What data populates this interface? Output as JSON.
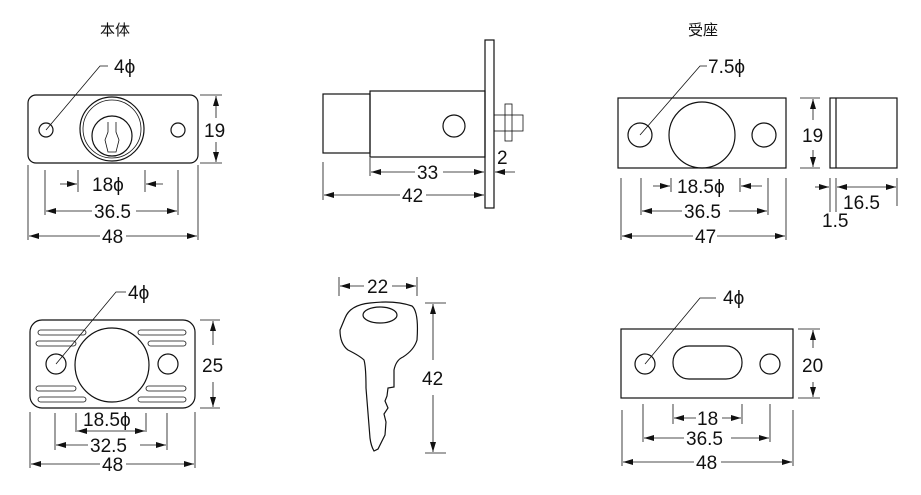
{
  "titles": {
    "body": "本体",
    "strike": "受座"
  },
  "body_front": {
    "hole": "4ϕ",
    "height": "19",
    "cylinder": "18ϕ",
    "pitch": "36.5",
    "width": "48"
  },
  "body_side": {
    "length": "33",
    "plate": "2",
    "total": "42"
  },
  "strike_front": {
    "hole": "7.5ϕ",
    "height": "19",
    "opening": "18.5ϕ",
    "pitch": "36.5",
    "width": "47"
  },
  "strike_side": {
    "wall": "1.5",
    "depth": "16.5"
  },
  "body_back": {
    "hole": "4ϕ",
    "height": "25",
    "opening": "18.5ϕ",
    "pitch": "32.5",
    "width": "48"
  },
  "key": {
    "width": "22",
    "length": "42"
  },
  "strike_plate": {
    "hole": "4ϕ",
    "height": "20",
    "slot": "18",
    "pitch": "36.5",
    "width": "48"
  }
}
